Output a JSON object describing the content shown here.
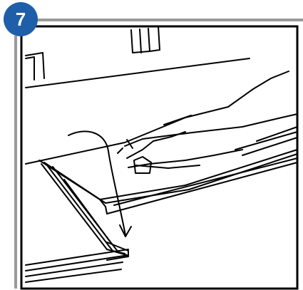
{
  "step": {
    "number": "7"
  },
  "colors": {
    "badge": "#1f5ea8",
    "header_bar": "#9a9a9a",
    "line_art": "#000000",
    "background": "#ffffff"
  },
  "icons": {
    "step_badge": "circle-badge",
    "illustration": "hand-lowering-panel-line-drawing"
  }
}
